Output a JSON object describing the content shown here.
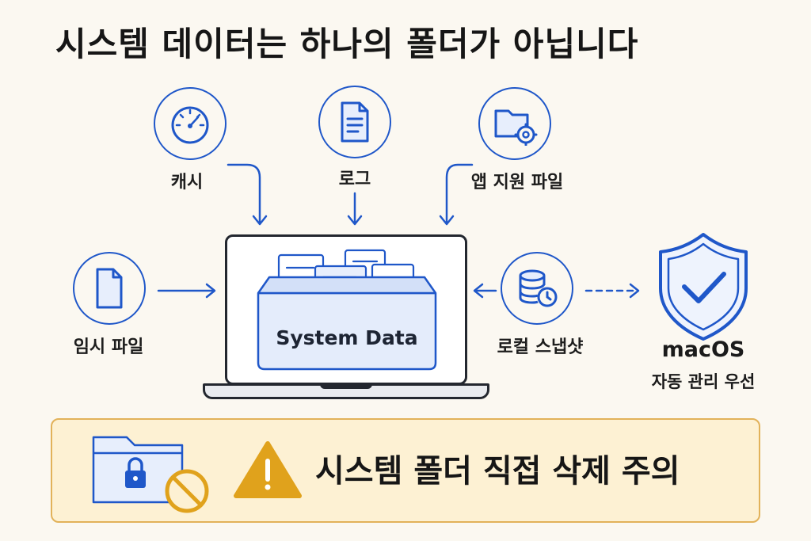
{
  "title": "시스템 데이터는 하나의 폴더가 아닙니다",
  "sources": {
    "cache": {
      "label": "캐시",
      "icon": "gauge-icon"
    },
    "logs": {
      "label": "로그",
      "icon": "document-icon"
    },
    "app_support": {
      "label": "앱 지원 파일",
      "icon": "folder-gear-icon"
    },
    "temp": {
      "label": "임시 파일",
      "icon": "file-icon"
    },
    "snapshots": {
      "label": "로컬 스냅샷",
      "icon": "database-clock-icon"
    }
  },
  "center": {
    "label": "System Data"
  },
  "macos": {
    "title": "macOS",
    "subtitle": "자동 관리 우선",
    "icon": "shield-check-icon"
  },
  "warning": {
    "text": "시스템 폴더 직접 삭제 주의",
    "icons": [
      "locked-folder-icon",
      "prohibited-icon",
      "warning-icon"
    ]
  },
  "colors": {
    "accent": "#1f57c9",
    "warning": "#e0a21c",
    "banner_bg": "#fdf1d3"
  }
}
